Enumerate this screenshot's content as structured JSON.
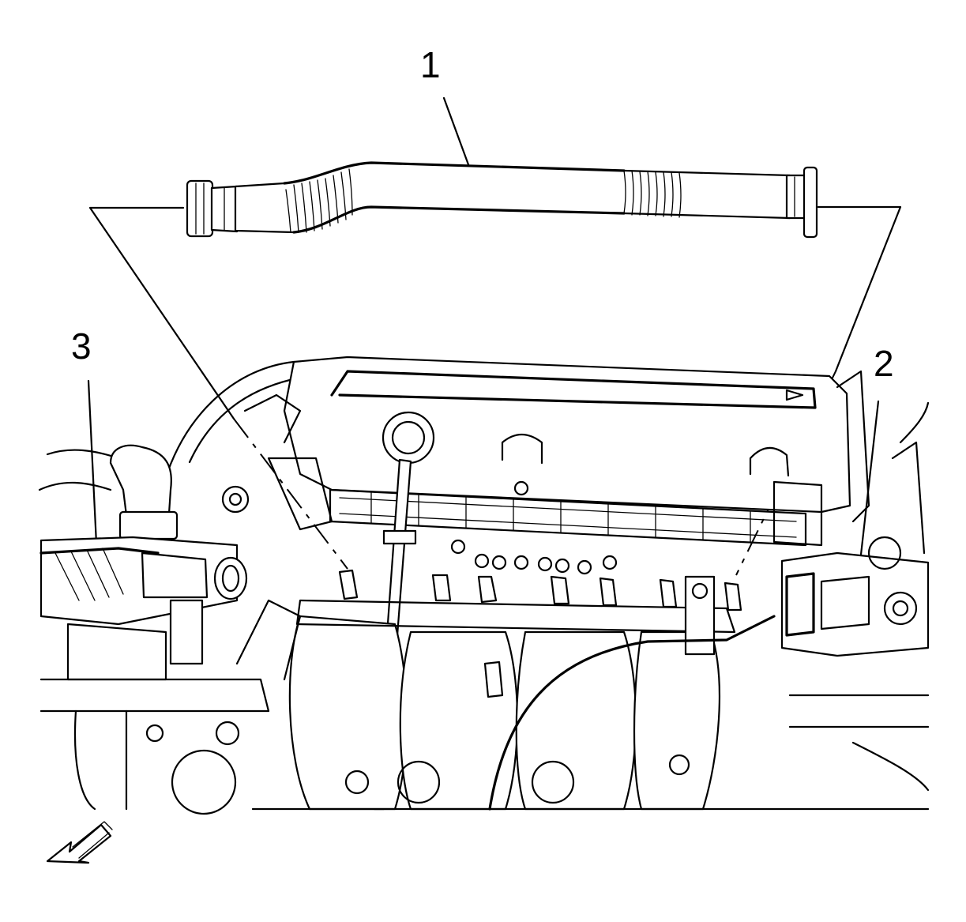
{
  "callouts": [
    {
      "id": "1",
      "label": "1"
    },
    {
      "id": "2",
      "label": "2"
    },
    {
      "id": "3",
      "label": "3"
    }
  ],
  "icons": {
    "direction_arrow": "front-direction-arrow-icon"
  },
  "colors": {
    "line": "#000000",
    "background": "#ffffff"
  }
}
